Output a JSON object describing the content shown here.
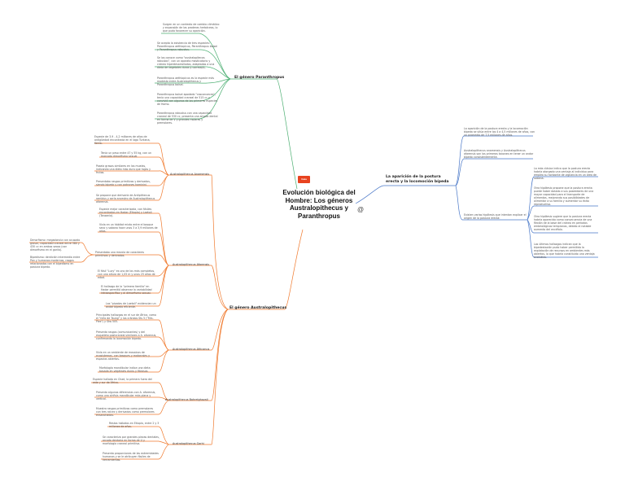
{
  "center": {
    "title": "Evolución biológica del Hombre: Los géneros Australopithecus y Paranthropus",
    "logo_label": "Gaia",
    "link_symbol": "@"
  },
  "colors": {
    "green": "#4caf72",
    "orange": "#f07a2e",
    "blue": "#4a78c8",
    "center_logo": "#e8431f"
  },
  "paranthropus": {
    "label": "El género Paranthropus",
    "notes": [
      "Surgen en un contexto de cambio climático y expansión de las praderas herbáceas, lo que pudo favorecer su aparición.",
      "Se acepta la existencia de tres especies: Paranthropus aethiopicus, Paranthropus boisei y Paranthropus robustus.",
      "Se los conoce como \"australopitecos robustos\", con un aparato masticatorio y cráneo hiperdesarrollados, adaptados a una dieta de vegetales duros y correosos.",
      "Paranthropus aethiopicus es la especie más modesta entre Australopithecus y Paranthropus boisei.",
      "Paranthropus boisei apodado \"cascanueces\", tenía una capacidad craneal de 515 cc y convivió con algunas de las primeras especies de Homo.",
      "Paranthropus robustus con una capacidad craneal de 530 cc, presenta una amplia dental en forma de V y grandes molares y premolares."
    ]
  },
  "australopithecus": {
    "label": "El género Australopithecus",
    "species": [
      {
        "label": "Australopithecus Anamensis",
        "notes": [
          "Especie de 3,9 - 4,2 millones de años de antigüedad encontrada en el lago Turkana, Kenia.",
          "Tenía un peso entre 47 y 55 kg, con un marcado dimorfismo sexual.",
          "Poseía grasos similares en las muelas, indicando una dieta más dura que hojas y frutos.",
          "Presentaba rasgos primitivos y derivados, siendo bípedo y con patrones hominini.",
          "Se propone que derivaría de Ardipithecus ramidus y sería ancestro de Australopithecus afarensis."
        ]
      },
      {
        "label": "Australopithecus Afarensis",
        "notes": [
          "Especie mejor caracterizada, con fósiles encontrados en Hadar (Etiopía) y Laetoli (Tanzania).",
          "Vivía en un hábitat mixto entre el bosque seco y sabana hace unos 3 a 3,9 millones de años.",
          "Presentaba una mezcla de caracteres primitivos y derivados.",
          "El fósil \"Lucy\" es uno de los más completos, con una altura de 1,05 m y unos 25 años de edad.",
          "El hallazgo de la \"primera familia\" en Hadar permitió observar la variabilidad intraespecífica y el dimorfismo sexual.",
          "Las \"pisadas de Laetoli\" evidencian un andar bípedo eficiente."
        ],
        "side_notes": [
          "Dimorfismo: megadoncia con acusado grosor, capacidad craneal entre 380 y 430 cc en ambos sexos (con dimorfismo en el gorila).",
          "Bipedismo: dentición intermedia entre Pan y humanos modernos, rasgos relacionados con el bipedismo en postura bípeda."
        ]
      },
      {
        "label": "Australopithecus Africanus",
        "notes": [
          "Principales hallazgos en el sur de África, como el \"niño de Taung\" y los cráneos Sts 5 (\"Mrs. Ples\") y Stw 505.",
          "Presenta rasgos (comunicantes) y del esqueleto postcraneal similares a A. afarensis, confirmando la locomoción bípeda.",
          "Vivía en un ambiente de mosaicos de ecosistemas, con bosques y matorrales y espacios abiertos.",
          "Morfología mandibular indica una dieta basada en vegetales duros y fibrosos."
        ]
      },
      {
        "label": "Australopithecus Bahrelghazali",
        "notes": [
          "Especie hallada en Chad, la primera fuera del este y sur de África.",
          "Presenta algunas diferencias con A. afarensis, como una sínfisis mandibular más plana y vertical.",
          "Muestra rasgos primitivos como premolares con tres raíces y derivados como premolares ensanchados."
        ]
      },
      {
        "label": "Australopithecus Garhi",
        "notes": [
          "Restos hallados en Etiopía, entre 2 y 3 millones de años.",
          "Se caracteriza por grandes piezas dentales, arcada dentaria en forma de U y morfología craneal primitiva.",
          "Presenta proporciones de las extremidades humanas y se le atribuyen fósiles de herramientas."
        ]
      }
    ]
  },
  "bipedalism": {
    "label": "La aparición de la postura erecta y la locomoción bípeda",
    "notes": [
      "La aparición de la postura erecta y la locomoción bípeda se sitúa entre los 4 a 4,5 millones de años, con un promedio de 7,5 millones de años.",
      "Australopithecus anamensis y Australopithecus afarensis son los primeros taxones en tener un andar bípedo consistentemente."
    ],
    "hypotheses": {
      "label": "Existen varias hipótesis que intentan explicar el origen de la postura erecta:",
      "notes": [
        "La más clásica indica que la postura erecta habría otorgado una ventaja al individuo para empleo su horizonte de vigilancia en un área de sabana.",
        "Otra hipótesis propone que la postura erecta puede haber dotado a sus poseedores de una mayor capacidad para el transporte de alimentos, mejorando sus posibilidades de alimentar a su familia y aumentar su éxito reproductivo.",
        "Otra hipótesis sugiere que la postura erecta habría aparecido como consecuencia de una flexión de la base del cráneo en períodos embriológicos tempranos, debido al notable aumento del encéfalo.",
        "Los últimos hallazgos indican que la bipedestación pudo haber permitido la explotación de recursos en ambientes más abiertos, lo que habría constituido una ventaja evolutiva."
      ]
    }
  }
}
